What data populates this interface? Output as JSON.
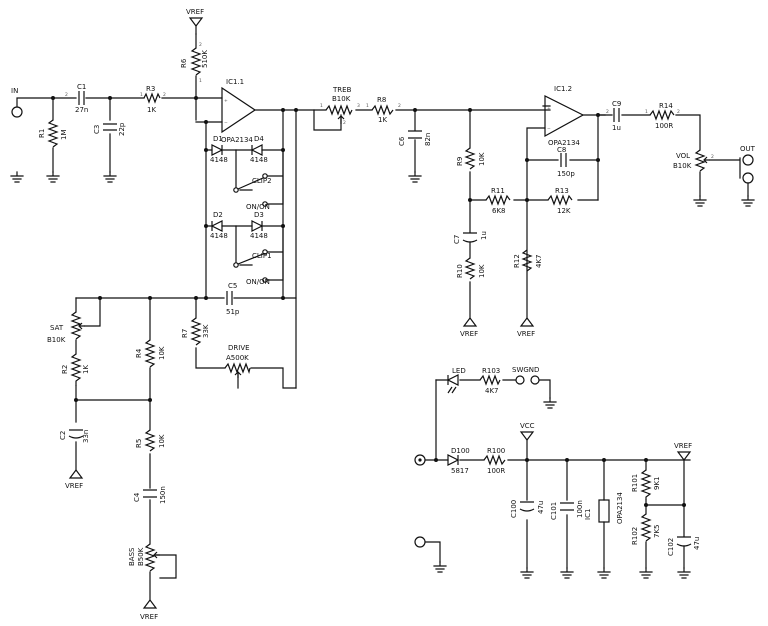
{
  "title": "",
  "ports": {
    "in": "IN",
    "out": "OUT"
  },
  "rails": {
    "vref": "VREF",
    "vcc": "VCC",
    "swgnd": "SWGND"
  },
  "opamps": {
    "ic1_1": {
      "ref": "IC1.1",
      "part": "OPA2134"
    },
    "ic1_2": {
      "ref": "IC1.2",
      "part": "OPA2134"
    },
    "ic1_power": {
      "ref": "IC1",
      "part": "OPA2134"
    }
  },
  "resistors": {
    "r1": {
      "ref": "R1",
      "value": "1M"
    },
    "r2": {
      "ref": "R2",
      "value": "1K"
    },
    "r3": {
      "ref": "R3",
      "value": "1K"
    },
    "r4": {
      "ref": "R4",
      "value": "10K"
    },
    "r5": {
      "ref": "R5",
      "value": "10K"
    },
    "r6": {
      "ref": "R6",
      "value": "510K"
    },
    "r7": {
      "ref": "R7",
      "value": "33K"
    },
    "r8": {
      "ref": "R8",
      "value": "1K"
    },
    "r9": {
      "ref": "R9",
      "value": "10K"
    },
    "r10": {
      "ref": "R10",
      "value": "10K"
    },
    "r11": {
      "ref": "R11",
      "value": "6K8"
    },
    "r12": {
      "ref": "R12",
      "value": "4K7"
    },
    "r13": {
      "ref": "R13",
      "value": "12K"
    },
    "r14": {
      "ref": "R14",
      "value": "100R"
    },
    "r100": {
      "ref": "R100",
      "value": "100R"
    },
    "r101": {
      "ref": "R101",
      "value": "9K1"
    },
    "r102": {
      "ref": "R102",
      "value": "7K5"
    },
    "r103": {
      "ref": "R103",
      "value": "4K7"
    }
  },
  "capacitors": {
    "c1": {
      "ref": "C1",
      "value": "27n"
    },
    "c2": {
      "ref": "C2",
      "value": "33n"
    },
    "c3": {
      "ref": "C3",
      "value": "22p"
    },
    "c4": {
      "ref": "C4",
      "value": "150n"
    },
    "c5": {
      "ref": "C5",
      "value": "51p"
    },
    "c6": {
      "ref": "C6",
      "value": "82n"
    },
    "c7": {
      "ref": "C7",
      "value": "1u"
    },
    "c8": {
      "ref": "C8",
      "value": "150p"
    },
    "c9": {
      "ref": "C9",
      "value": "1u"
    },
    "c100": {
      "ref": "C100",
      "value": "47u"
    },
    "c101": {
      "ref": "C101",
      "value": "100n"
    },
    "c102": {
      "ref": "C102",
      "value": "47u"
    }
  },
  "pots": {
    "treb": {
      "ref": "TREB",
      "value": "B10K"
    },
    "drive": {
      "ref": "DRIVE",
      "value": "A500K"
    },
    "sat": {
      "ref": "SAT",
      "value": "B10K"
    },
    "bass": {
      "ref": "BASS",
      "value": "B50K"
    },
    "vol": {
      "ref": "VOL",
      "value": "B10K"
    }
  },
  "diodes": {
    "d1": {
      "ref": "D1",
      "value": "4148"
    },
    "d2": {
      "ref": "D2",
      "value": "4148"
    },
    "d3": {
      "ref": "D3",
      "value": "4148"
    },
    "d4": {
      "ref": "D4",
      "value": "4148"
    },
    "d100": {
      "ref": "D100",
      "value": "5817"
    },
    "led": {
      "ref": "LED"
    }
  },
  "switches": {
    "clip1": {
      "ref": "CLIP1",
      "value": "ON/ON"
    },
    "clip2": {
      "ref": "CLIP2",
      "value": "ON/ON"
    }
  },
  "pins": {
    "p1": "1",
    "p2": "2",
    "p3": "3"
  }
}
